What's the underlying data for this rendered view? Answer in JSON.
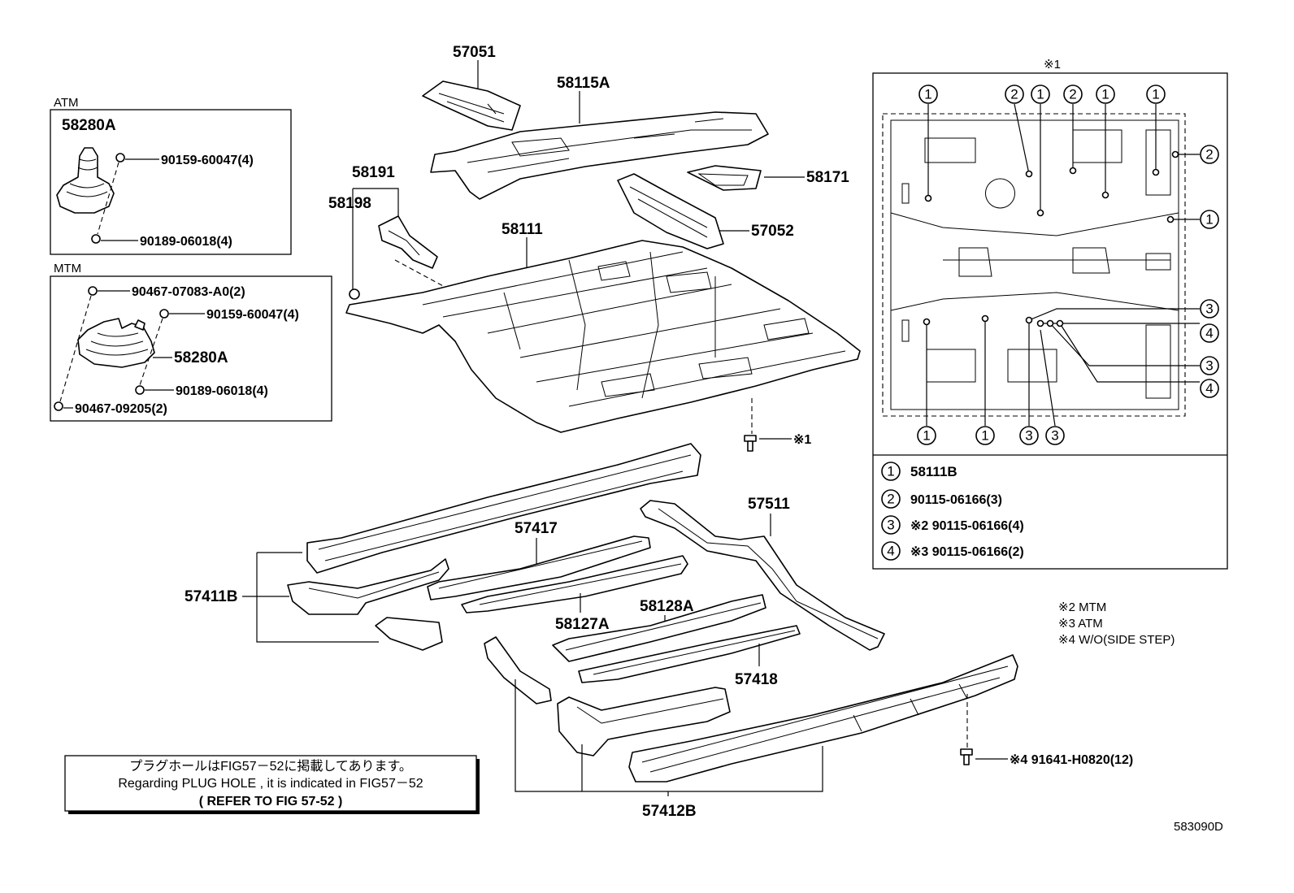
{
  "atm_box": {
    "title": "ATM",
    "part_boot": "58280A",
    "screw": "90159-60047(4)",
    "nut": "90189-06018(4)"
  },
  "mtm_box": {
    "title": "MTM",
    "clip_top": "90467-07083-A0(2)",
    "screw": "90159-60047(4)",
    "boot": "58280A",
    "nut": "90189-06018(4)",
    "clip_bottom": "90467-09205(2)"
  },
  "parts": {
    "p57051": "57051",
    "p58115A": "58115A",
    "p58191": "58191",
    "p58198": "58198",
    "p58171": "58171",
    "p57052": "57052",
    "p58111": "58111",
    "ref1": "※1",
    "p57511": "57511",
    "p57417": "57417",
    "p57411B": "57411B",
    "p58128A": "58128A",
    "p58127A": "58127A",
    "p57418": "57418",
    "p57412B": "57412B",
    "bolt": "※4 91641-H0820(12)"
  },
  "detail_panel": {
    "title": "※1",
    "top_markers": [
      "1",
      "2",
      "1",
      "2",
      "1",
      "1"
    ],
    "right_markers": [
      "2",
      "1",
      "3",
      "4",
      "3",
      "4"
    ],
    "bottom_markers": [
      "1",
      "1",
      "3",
      "3"
    ],
    "legend": [
      {
        "n": "1",
        "text": "58111B"
      },
      {
        "n": "2",
        "text": "90115-06166(3)"
      },
      {
        "n": "3",
        "text": "※2 90115-06166(4)"
      },
      {
        "n": "4",
        "text": "※3 90115-06166(2)"
      }
    ]
  },
  "notes": [
    "※2 MTM",
    "※3 ATM",
    "※4 W/O(SIDE STEP)"
  ],
  "plug_note": {
    "line1": "プラグホールはFIG57－52に掲載してあります。",
    "line2": "Regarding PLUG HOLE , it is indicated in FIG57－52",
    "line3": "(    REFER TO FIG 57-52          )"
  },
  "figure_code": "583090D"
}
